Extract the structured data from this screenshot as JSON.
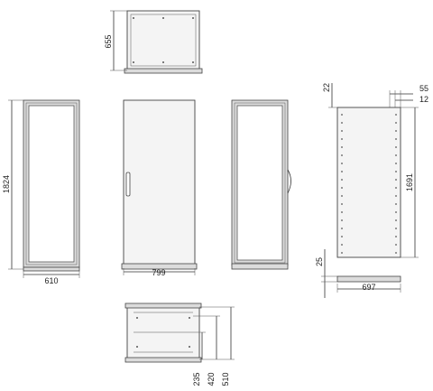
{
  "dimensions": {
    "top_depth": "655",
    "front_height": "1824",
    "front_width": "610",
    "door_width": "799",
    "side_height": "1691",
    "side_width": "697",
    "side_top_offset": "22",
    "side_top_right_a": "55",
    "side_top_right_b": "12",
    "side_bottom_offset": "25",
    "plinth_a": "235",
    "plinth_b": "420",
    "plinth_c": "510"
  },
  "colors": {
    "line": "#333333",
    "panel": "#f4f4f4",
    "frame": "#dcdcdc"
  }
}
